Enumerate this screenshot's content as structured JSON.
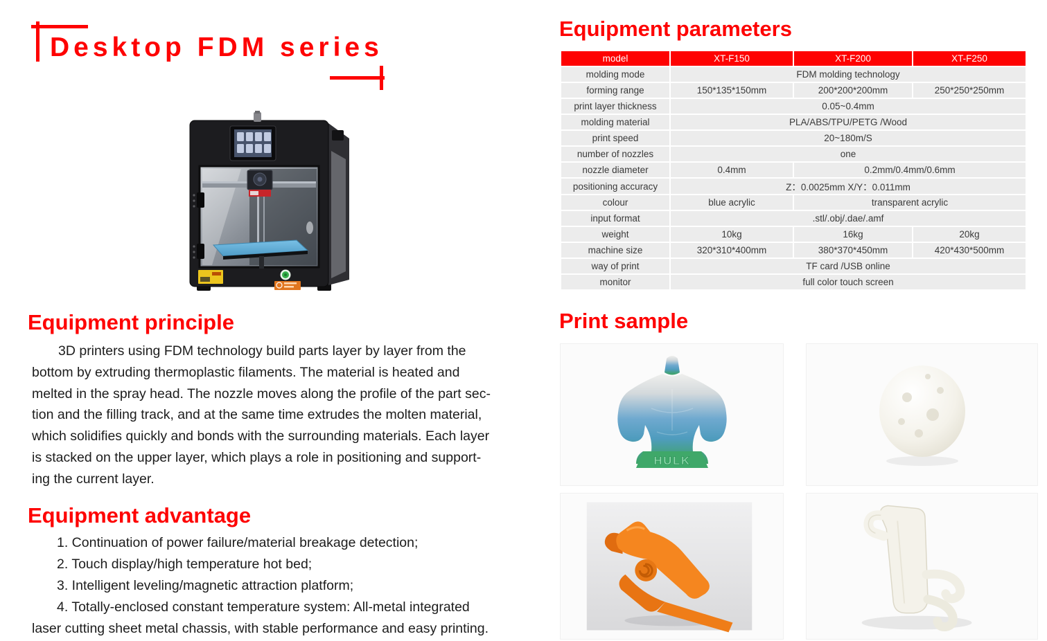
{
  "colors": {
    "accent_red": "#fe0202",
    "table_cell_gray": "#ececec",
    "table_header_text": "#ffffff"
  },
  "title": {
    "text": "Desktop FDM series"
  },
  "sections": {
    "principle": {
      "heading": "Equipment principle",
      "lines": [
        "3D printers using FDM technology build parts layer by layer from the",
        "bottom by extruding thermoplastic filaments. The material is heated and",
        "melted in the spray head. The nozzle moves along the profile of the part sec-",
        "tion and the filling track, and at the same time extrudes the molten material,",
        "which solidifies quickly and bonds with the surrounding materials. Each layer",
        "is stacked on the upper layer, which plays a role in positioning and support-",
        "ing the current layer."
      ]
    },
    "advantage": {
      "heading": "Equipment advantage",
      "lines": [
        {
          "text": "1. Continuation of power failure/material breakage detection;",
          "indent": true
        },
        {
          "text": "2. Touch display/high temperature hot bed;",
          "indent": true
        },
        {
          "text": "3. Intelligent leveling/magnetic attraction platform;",
          "indent": true
        },
        {
          "text": "4. Totally-enclosed constant temperature system: All-metal integrated",
          "indent": true
        },
        {
          "text": "laser cutting sheet metal chassis, with stable performance and easy printing.",
          "indent": false
        }
      ]
    },
    "parameters": {
      "heading": "Equipment parameters"
    },
    "print_sample": {
      "heading": "Print sample"
    }
  },
  "table": {
    "header": [
      "model",
      "XT-F150",
      "XT-F200",
      "XT-F250"
    ],
    "rows": [
      {
        "label": "molding mode",
        "cells": [
          {
            "text": "FDM molding technology",
            "span": 3
          }
        ]
      },
      {
        "label": "forming range",
        "cells": [
          {
            "text": "150*135*150mm",
            "span": 1
          },
          {
            "text": "200*200*200mm",
            "span": 1
          },
          {
            "text": "250*250*250mm",
            "span": 1
          }
        ]
      },
      {
        "label": "print layer thickness",
        "cells": [
          {
            "text": "0.05~0.4mm",
            "span": 3
          }
        ]
      },
      {
        "label": "molding material",
        "cells": [
          {
            "text": "PLA/ABS/TPU/PETG /Wood",
            "span": 3
          }
        ]
      },
      {
        "label": "print speed",
        "cells": [
          {
            "text": "20~180m/S",
            "span": 3
          }
        ]
      },
      {
        "label": "number of nozzles",
        "cells": [
          {
            "text": "one",
            "span": 3
          }
        ]
      },
      {
        "label": "nozzle diameter",
        "cells": [
          {
            "text": "0.4mm",
            "span": 1
          },
          {
            "text": "0.2mm/0.4mm/0.6mm",
            "span": 2
          }
        ]
      },
      {
        "label": "positioning accuracy",
        "cells": [
          {
            "text": "Z：0.0025mm X/Y：0.011mm",
            "span": 3
          }
        ]
      },
      {
        "label": "colour",
        "cells": [
          {
            "text": "blue acrylic",
            "span": 1
          },
          {
            "text": "transparent acrylic",
            "span": 2
          }
        ]
      },
      {
        "label": "input format",
        "cells": [
          {
            "text": ".stl/.obj/.dae/.amf",
            "span": 3
          }
        ]
      },
      {
        "label": "weight",
        "cells": [
          {
            "text": "10kg",
            "span": 1
          },
          {
            "text": "16kg",
            "span": 1
          },
          {
            "text": "20kg",
            "span": 1
          }
        ]
      },
      {
        "label": "machine size",
        "cells": [
          {
            "text": "320*310*400mm",
            "span": 1
          },
          {
            "text": "380*370*450mm",
            "span": 1
          },
          {
            "text": "420*430*500mm",
            "span": 1
          }
        ]
      },
      {
        "label": "way of print",
        "cells": [
          {
            "text": "TF card /USB online",
            "span": 3
          }
        ]
      },
      {
        "label": "monitor",
        "cells": [
          {
            "text": "full color touch screen",
            "span": 3
          }
        ]
      }
    ]
  },
  "samples": {
    "hulk": {
      "name": "hulk-bust-print",
      "base_text": "HULK"
    },
    "moon": {
      "name": "moon-sphere-print"
    },
    "clip": {
      "name": "orange-clip-print"
    },
    "hook": {
      "name": "white-hook-print"
    }
  },
  "printer": {
    "name": "desktop-fdm-3d-printer"
  }
}
